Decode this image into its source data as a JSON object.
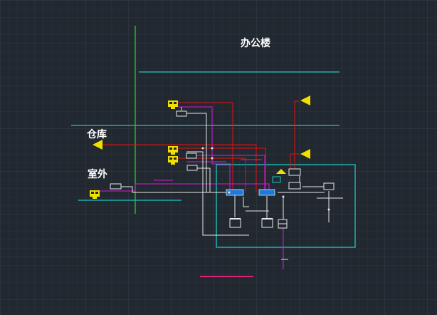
{
  "drawing": {
    "labels": {
      "office_building": "办公楼",
      "warehouse": "仓库",
      "outdoor": "室外"
    },
    "colors": {
      "background": "#212830",
      "grid_minor": "#2a323b",
      "grid_major": "#323b45",
      "wire_red": "#e01515",
      "wire_magenta": "#d818d8",
      "wire_white": "#e8e8e8",
      "boundary_cyan": "#1ec8c8",
      "axis_green": "#20d020",
      "device_yellow": "#f0e000",
      "bus_blue": "#1e7ad8",
      "extra_pink": "#e0207a"
    },
    "device_symbols": [
      "device-yellow-icon",
      "cable-tray-icon"
    ]
  }
}
